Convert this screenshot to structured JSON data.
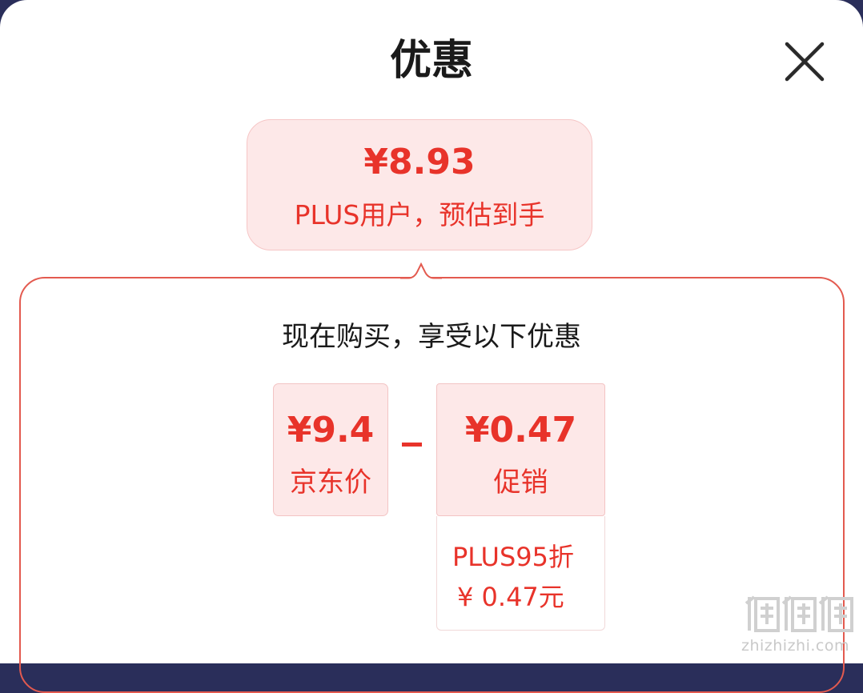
{
  "header": {
    "title": "优惠"
  },
  "summary": {
    "price": "¥8.93",
    "note": "PLUS用户，预估到手"
  },
  "detail": {
    "heading": "现在购买，享受以下优惠",
    "jd_price": {
      "value": "¥9.4",
      "label": "京东价"
    },
    "operator": "-",
    "promotion": {
      "value": "¥0.47",
      "label": "促销",
      "items": [
        {
          "name": "PLUS95折",
          "amount": "¥ 0.47元"
        }
      ]
    }
  },
  "watermark": {
    "text": "zhizhizhi.com"
  },
  "icons": {
    "close": "close-icon"
  },
  "colors": {
    "accent": "#e8332a",
    "card_bg": "#fde8e8",
    "border": "#e35a4f"
  }
}
